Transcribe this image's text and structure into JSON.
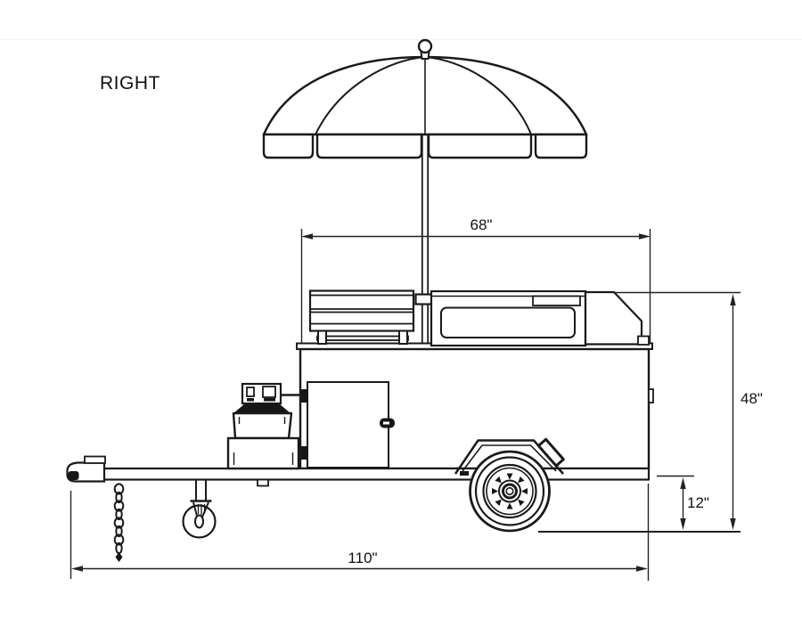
{
  "page": {
    "background": "#ffffff",
    "line_color": "#1a1a1a",
    "dimension_color": "#222222"
  },
  "view": {
    "label": "RIGHT"
  },
  "dimensions": {
    "cart_top_length": "68\"",
    "overall_height": "48\"",
    "deck_height": "12\"",
    "overall_length": "110\""
  }
}
